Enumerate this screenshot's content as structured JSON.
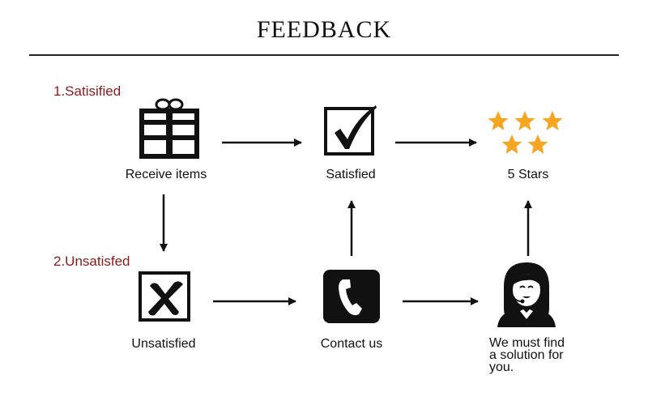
{
  "title": "FEEDBACK",
  "sections": {
    "satisfied": "1.Satisified",
    "unsatisfied": "2.Unsatisfed"
  },
  "nodes": {
    "receive_items": {
      "label": "Receive items",
      "icon": "gift-icon"
    },
    "satisfied": {
      "label": "Satisfied",
      "icon": "checkbox-icon"
    },
    "five_stars": {
      "label": "5 Stars",
      "icon": "stars-icon"
    },
    "unsatisfied": {
      "label": "Unsatisfied",
      "icon": "x-box-icon"
    },
    "contact_us": {
      "label": "Contact us",
      "icon": "phone-icon"
    },
    "solution": {
      "label": "We must find\na solution for\nyou.",
      "icon": "support-agent-icon"
    }
  },
  "colors": {
    "section_text": "#8b1a1a",
    "star": "#f5a623",
    "ink": "#111111"
  }
}
